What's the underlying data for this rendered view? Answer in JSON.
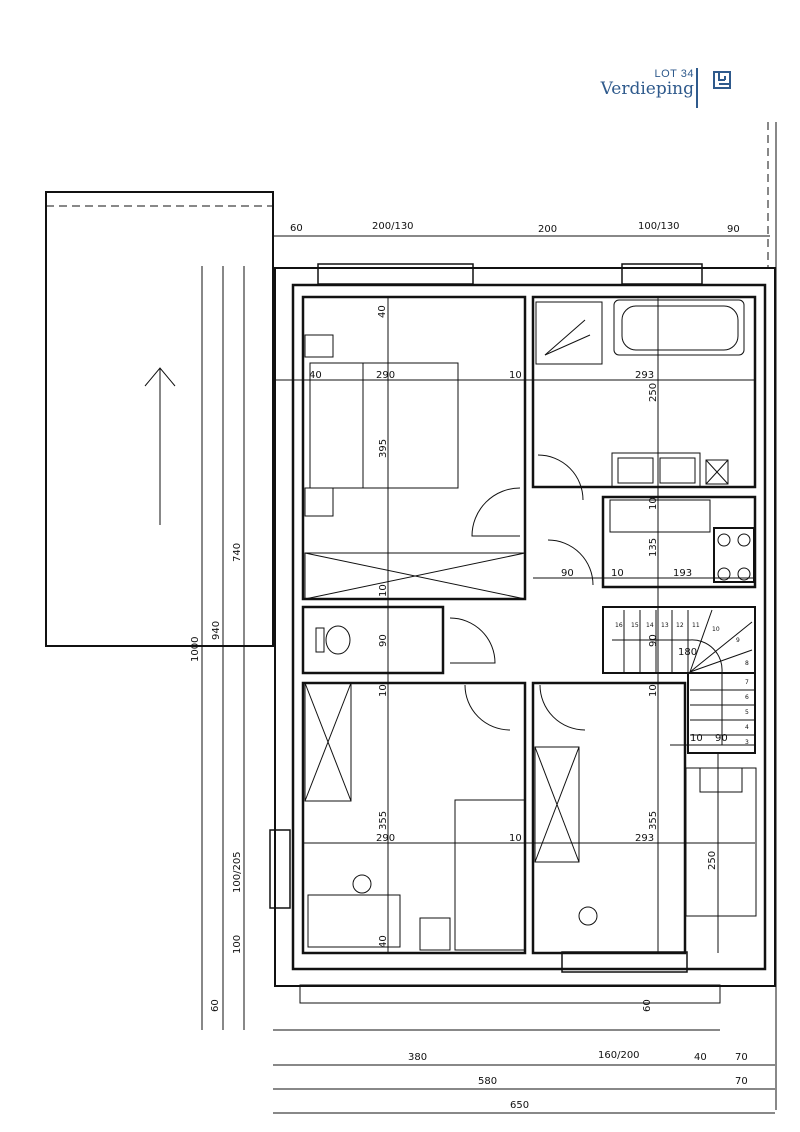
{
  "header": {
    "lot": "LOT 34",
    "level": "Verdieping",
    "icon": "floorplan-icon"
  },
  "dims": {
    "top": [
      "60",
      "200/130",
      "200",
      "100/130",
      "90"
    ],
    "left": [
      "1000",
      "940",
      "740",
      "100/205",
      "100",
      "60"
    ],
    "rooms": [
      "40",
      "40",
      "290",
      "10",
      "293",
      "250",
      "395",
      "10",
      "135",
      "90",
      "10",
      "193",
      "10",
      "90",
      "90",
      "180",
      "10",
      "10",
      "10",
      "90",
      "355",
      "290",
      "10",
      "293",
      "355",
      "250",
      "40",
      "60"
    ],
    "bottom": [
      "380",
      "160/200",
      "40",
      "70",
      "580",
      "70",
      "650"
    ],
    "stairs": [
      "16",
      "15",
      "14",
      "13",
      "12",
      "11",
      "10",
      "9",
      "8",
      "7",
      "6",
      "5",
      "4",
      "3"
    ]
  }
}
